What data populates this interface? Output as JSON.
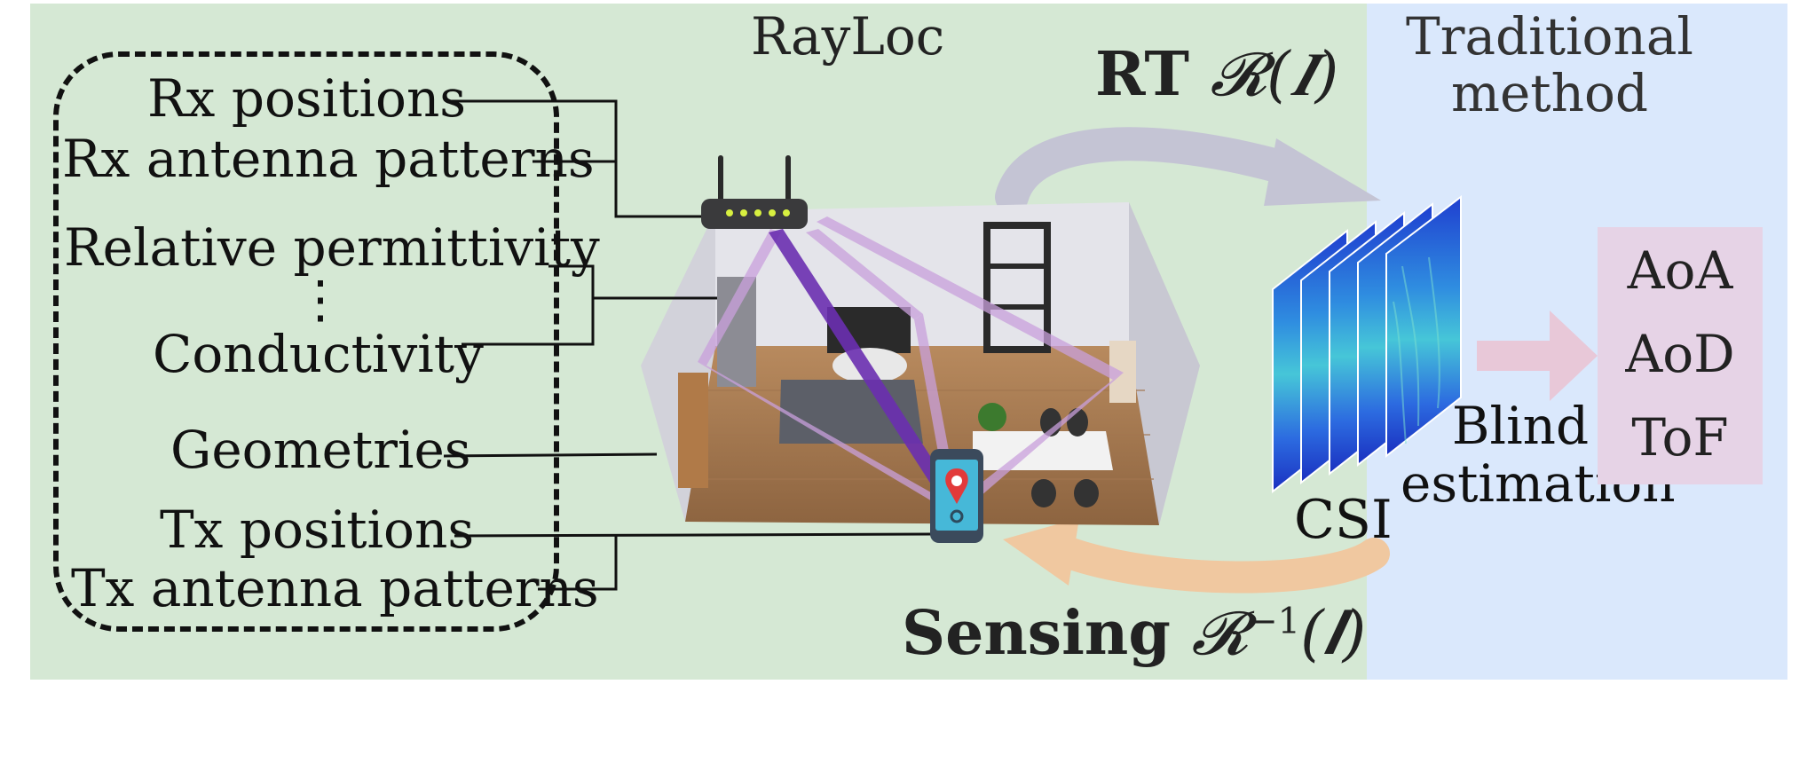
{
  "colors": {
    "rayloc_panel": "#d5e8d4",
    "traditional_panel": "#dae8fc",
    "output_box": "#e6d3e6",
    "ray_light": "#c9a0dc",
    "ray_dark": "#6a2fb0",
    "rt_arrow": "#c4c4d4",
    "sensing_arrow": "#f0c8a0",
    "estimation_arrow": "#e8c8d8"
  },
  "panels": {
    "rayloc_title": "RayLoc",
    "traditional_title_line1": "Traditional",
    "traditional_title_line2": "method"
  },
  "inputs": {
    "rx_positions": "Rx positions",
    "rx_antenna_patterns": "Rx antenna patterns",
    "relative_permittivity": "Relative permittivity",
    "ellipsis": "⋮",
    "conductivity": "Conductivity",
    "geometries": "Geometries",
    "tx_positions": "Tx positions",
    "tx_antenna_patterns": "Tx antenna patterns"
  },
  "arrows": {
    "rt_word": "RT",
    "rt_operator": "𝓡(𝑰)",
    "sensing_word": "Sensing",
    "sensing_operator_R": "𝓡",
    "sensing_operator_sup": "−1",
    "sensing_operator_arg": "(𝑰)"
  },
  "csi": {
    "label": "CSI"
  },
  "estimation": {
    "line1": "Blind",
    "line2": "estimation"
  },
  "outputs": [
    "AoA",
    "AoD",
    "ToF"
  ],
  "icons": {
    "router": "router-icon",
    "phone": "smartphone-location-icon",
    "room": "indoor-room-illustration"
  }
}
